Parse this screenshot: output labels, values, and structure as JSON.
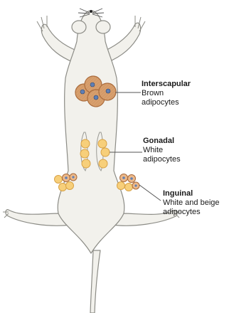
{
  "regions": [
    {
      "title": "Interscapular",
      "line1": "Brown",
      "line2": "adipocytes",
      "tissue": "brown"
    },
    {
      "title": "Gonadal",
      "line1": "White",
      "line2": "adipocytes",
      "tissue": "white"
    },
    {
      "title": "Inguinal",
      "line1": "White and beige",
      "line2": "adipocytes",
      "tissue": "white-and-beige"
    }
  ],
  "colors": {
    "body_fill": "#f2f1ec",
    "body_outline": "#8c8c86",
    "brown_cell": "#d79f6e",
    "brown_cell_outline": "#a8693a",
    "white_cell": "#f7cf7a",
    "white_cell_outline": "#d8a246",
    "beige_cell": "#ecb98a",
    "nucleus": "#5f7fb5",
    "leader_line": "#555555"
  }
}
